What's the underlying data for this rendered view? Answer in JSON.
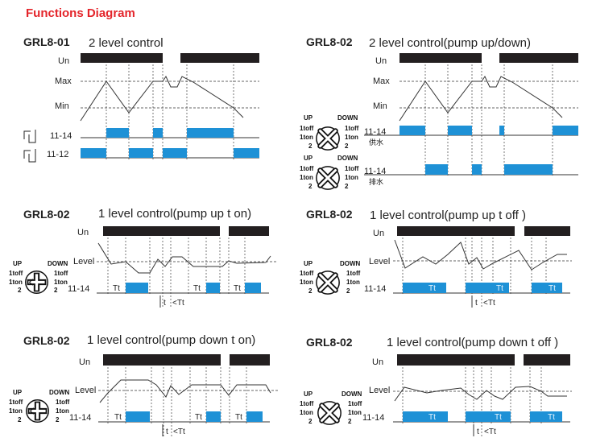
{
  "title": "Functions Diagram",
  "panels": [
    {
      "model": "GRL8-01",
      "desc": "2 level control",
      "labels": {
        "un": "Un",
        "max": "Max",
        "min": "Min",
        "relay1": "11-14",
        "relay2": "11-12"
      }
    },
    {
      "model": "GRL8-02",
      "desc": "2 level control(pump up/down)",
      "labels": {
        "un": "Un",
        "max": "Max",
        "min": "Min",
        "relay1": "11-14",
        "relay1_sub": "供水",
        "relay2": "11-14",
        "relay2_sub": "排水"
      },
      "knob_labels": {
        "up": "UP",
        "down": "DOWN",
        "t1": "1toff",
        "t2": "1ton",
        "num": "2"
      }
    },
    {
      "model": "GRL8-02",
      "desc": "1 level control(pump up t on)",
      "labels": {
        "un": "Un",
        "level": "Level",
        "relay": "11-14",
        "tt": "Tt",
        "t": "t",
        "ltt": "<Tt"
      },
      "knob_labels": {
        "up": "UP",
        "down": "DOWN",
        "t1": "1toff",
        "t2": "1ton",
        "num": "2"
      }
    },
    {
      "model": "GRL8-02",
      "desc": "1 level control(pump up t off )",
      "labels": {
        "un": "Un",
        "level": "Level",
        "relay": "11-14",
        "tt": "Tt",
        "t": "t",
        "ltt": "<Tt"
      },
      "knob_labels": {
        "up": "UP",
        "down": "DOWN",
        "t1": "1toff",
        "t2": "1ton",
        "num": "2"
      }
    },
    {
      "model": "GRL8-02",
      "desc": "1 level control(pump down t on)",
      "labels": {
        "un": "Un",
        "level": "Level",
        "relay": "11-14",
        "tt": "Tt",
        "t": "t",
        "ltt": "<Tt"
      },
      "knob_labels": {
        "up": "UP",
        "down": "DOWN",
        "t1": "1toff",
        "t2": "1ton",
        "num": "2"
      }
    },
    {
      "model": "GRL8-02",
      "desc": "1 level control(pump down t off )",
      "labels": {
        "un": "Un",
        "level": "Level",
        "relay": "11-14",
        "tt": "Tt",
        "t": "t",
        "ltt": "<Tt"
      },
      "knob_labels": {
        "up": "UP",
        "down": "DOWN",
        "t1": "1toff",
        "t2": "1ton",
        "num": "2"
      }
    }
  ],
  "colors": {
    "title": "#e4252b",
    "pulse": "#1e91d6",
    "bar": "#231f20"
  }
}
